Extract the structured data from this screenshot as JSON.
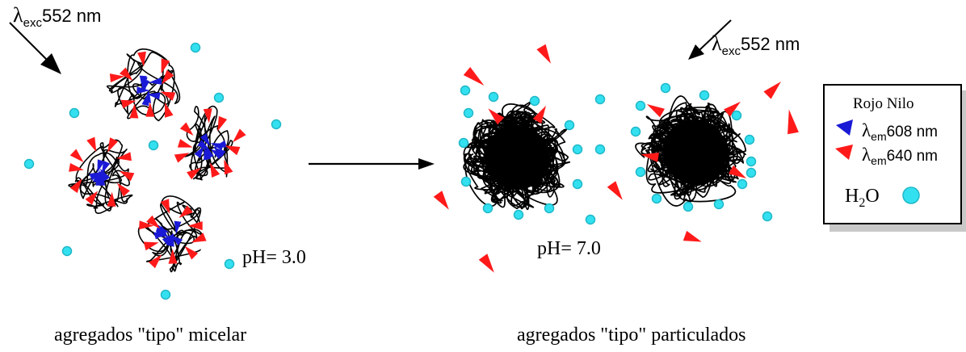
{
  "excitation_left": {
    "symbol": "λ",
    "sub": "exc",
    "value": "552 nm"
  },
  "excitation_right": {
    "symbol": "λ",
    "sub": "exc",
    "value": "552 nm"
  },
  "ph_left": "pH= 3.0",
  "ph_right": "pH= 7.0",
  "caption_left": "agregados \"tipo\" micelar",
  "caption_right": "agregados \"tipo\" particulados",
  "legend": {
    "title": "Rojo Nilo",
    "blue_item": {
      "symbol": "λ",
      "sub": "em",
      "value": "608 nm"
    },
    "red_item": {
      "symbol": "λ",
      "sub": "em",
      "value": "640 nm"
    },
    "water_label": {
      "main": "H",
      "sub": "2",
      "tail": "O"
    }
  },
  "colors": {
    "water": "#33e0f0",
    "water_edge": "#1fb8c8",
    "dye_red": "#ff1a1a",
    "dye_blue": "#1a1ad6",
    "coil": "#000000",
    "legend_shadow": "#c8c8c8"
  }
}
